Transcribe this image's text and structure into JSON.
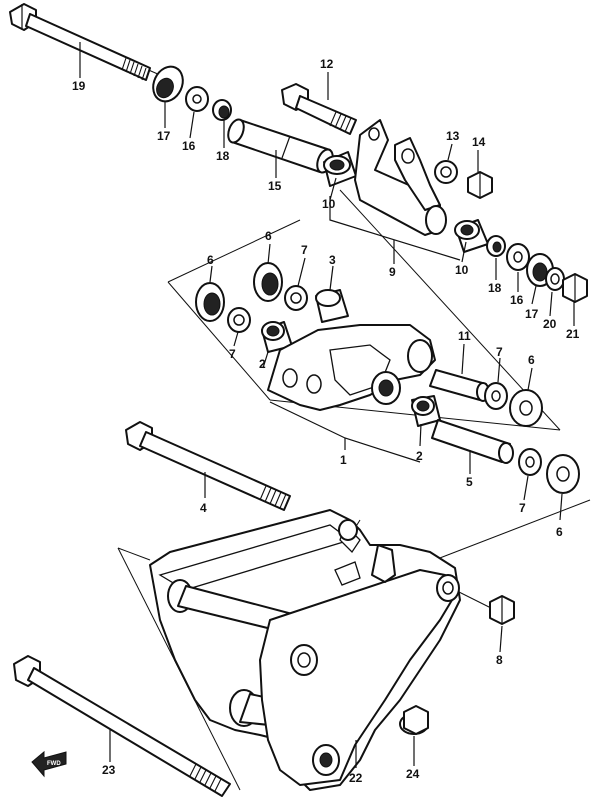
{
  "callouts": [
    {
      "id": "c1",
      "text": "1"
    },
    {
      "id": "c2a",
      "text": "2"
    },
    {
      "id": "c2b",
      "text": "2"
    },
    {
      "id": "c3",
      "text": "3"
    },
    {
      "id": "c4",
      "text": "4"
    },
    {
      "id": "c5",
      "text": "5"
    },
    {
      "id": "c6a",
      "text": "6"
    },
    {
      "id": "c6b",
      "text": "6"
    },
    {
      "id": "c6c",
      "text": "6"
    },
    {
      "id": "c6d",
      "text": "6"
    },
    {
      "id": "c7a",
      "text": "7"
    },
    {
      "id": "c7b",
      "text": "7"
    },
    {
      "id": "c7c",
      "text": "7"
    },
    {
      "id": "c7d",
      "text": "7"
    },
    {
      "id": "c8",
      "text": "8"
    },
    {
      "id": "c9",
      "text": "9"
    },
    {
      "id": "c10a",
      "text": "10"
    },
    {
      "id": "c10b",
      "text": "10"
    },
    {
      "id": "c11",
      "text": "11"
    },
    {
      "id": "c12",
      "text": "12"
    },
    {
      "id": "c13",
      "text": "13"
    },
    {
      "id": "c14",
      "text": "14"
    },
    {
      "id": "c15",
      "text": "15"
    },
    {
      "id": "c16a",
      "text": "16"
    },
    {
      "id": "c16b",
      "text": "16"
    },
    {
      "id": "c17a",
      "text": "17"
    },
    {
      "id": "c17b",
      "text": "17"
    },
    {
      "id": "c18a",
      "text": "18"
    },
    {
      "id": "c18b",
      "text": "18"
    },
    {
      "id": "c19",
      "text": "19"
    },
    {
      "id": "c20",
      "text": "20"
    },
    {
      "id": "c21",
      "text": "21"
    },
    {
      "id": "c22",
      "text": "22"
    },
    {
      "id": "c23",
      "text": "23"
    },
    {
      "id": "c24",
      "text": "24"
    }
  ],
  "fwd_marker": {
    "text": "FWD"
  }
}
